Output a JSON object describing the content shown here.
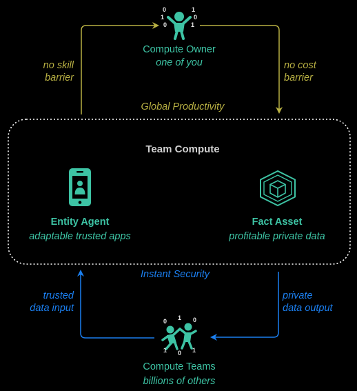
{
  "colors": {
    "background": "#000000",
    "teal": "#3dc3a4",
    "yellow": "#b8b043",
    "blue": "#1b7ff0",
    "white": "#e6e6e6",
    "gray": "#d0d0d0"
  },
  "icons": {
    "owner": "person-binary-icon",
    "agent": "smartphone-icon",
    "asset": "cube-hexagon-icon",
    "teams": "team-binary-icon"
  },
  "owner": {
    "title": "Compute Owner",
    "subtitle": "one of you",
    "binary_left": [
      "0",
      "1",
      "0"
    ],
    "binary_right": [
      "1",
      "0",
      "1"
    ]
  },
  "edges": {
    "left_top_line1": "no skill",
    "left_top_line2": "barrier",
    "right_top_line1": "no cost",
    "right_top_line2": "barrier",
    "left_bottom_line1": "trusted",
    "left_bottom_line2": "data input",
    "right_bottom_line1": "private",
    "right_bottom_line2": "data output"
  },
  "global_productivity": "Global Productivity",
  "instant_security": "Instant Security",
  "team": {
    "title": "Team Compute",
    "agent": {
      "title": "Entity Agent",
      "subtitle": "adaptable trusted apps"
    },
    "asset": {
      "title": "Fact Asset",
      "subtitle": "profitable private data"
    }
  },
  "teams": {
    "title": "Compute Teams",
    "subtitle": "billions of others",
    "binary": [
      "0",
      "1",
      "0",
      "1",
      "0",
      "1"
    ]
  }
}
